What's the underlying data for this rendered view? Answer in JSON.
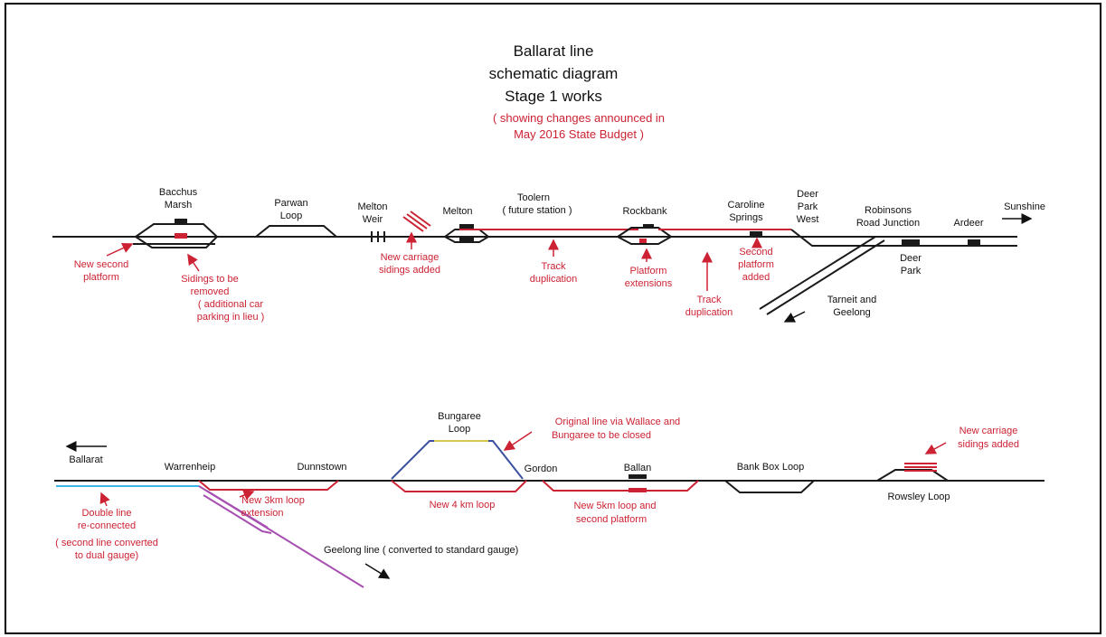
{
  "title": [
    "Ballarat line",
    "schematic diagram",
    "Stage 1 works"
  ],
  "subtitle": [
    "( showing changes announced in",
    "May 2016 State Budget )"
  ],
  "upper": {
    "stations": {
      "bacchus_marsh": [
        "Bacchus",
        "Marsh"
      ],
      "parwan_loop": [
        "Parwan",
        "Loop"
      ],
      "melton_weir": [
        "Melton",
        "Weir"
      ],
      "melton": [
        "Melton"
      ],
      "toolern": [
        "Toolern",
        "( future station )"
      ],
      "rockbank": [
        "Rockbank"
      ],
      "caroline_springs": [
        "Caroline",
        "Springs"
      ],
      "deer_park_west": [
        "Deer",
        "Park",
        "West"
      ],
      "robinsons_road": [
        "Robinsons",
        "Road Junction"
      ],
      "ardeer": [
        "Ardeer"
      ],
      "sunshine": [
        "Sunshine"
      ],
      "deer_park": [
        "Deer",
        "Park"
      ],
      "tarneit": [
        "Tarneit and",
        "Geelong"
      ]
    },
    "annotations": {
      "new_second_platform": [
        "New second",
        "platform"
      ],
      "sidings_removed": [
        "Sidings to be",
        "removed",
        "( additional car",
        "parking in lieu )"
      ],
      "new_carriage_sidings": [
        "New carriage",
        "sidings added"
      ],
      "track_dup_1": [
        "Track",
        "duplication"
      ],
      "platform_ext": [
        "Platform",
        "extensions"
      ],
      "track_dup_2": [
        "Track",
        "duplication"
      ],
      "second_platform": [
        "Second",
        "platform",
        "added"
      ]
    }
  },
  "lower": {
    "stations": {
      "ballarat": [
        "Ballarat"
      ],
      "warrenheip": [
        "Warrenheip"
      ],
      "dunnstown": [
        "Dunnstown"
      ],
      "bungaree_loop": [
        "Bungaree",
        "Loop"
      ],
      "gordon": [
        "Gordon"
      ],
      "ballan": [
        "Ballan"
      ],
      "bank_box_loop": [
        "Bank Box Loop"
      ],
      "rowsley_loop": [
        "Rowsley Loop"
      ],
      "geelong_line": [
        "Geelong line  ( converted to standard gauge)"
      ]
    },
    "annotations": {
      "double_line": [
        "Double line",
        "re-connected",
        "( second line converted",
        "to dual gauge)"
      ],
      "loop_3km": [
        "New 3km loop",
        "extension"
      ],
      "loop_4km": [
        "New 4 km loop"
      ],
      "loop_5km": [
        "New 5km loop and",
        "second platform"
      ],
      "original_line": [
        "Original line via Wallace and",
        "Bungaree to be closed"
      ],
      "new_carriage_sidings": [
        "New carriage",
        "sidings added"
      ]
    }
  },
  "colors": {
    "track": "#1a1a1a",
    "changes": "#cc2233",
    "closed_line": "#3a4fa0",
    "dual_gauge": "#3fb4e6",
    "standard_gauge": "#a64fb0"
  }
}
